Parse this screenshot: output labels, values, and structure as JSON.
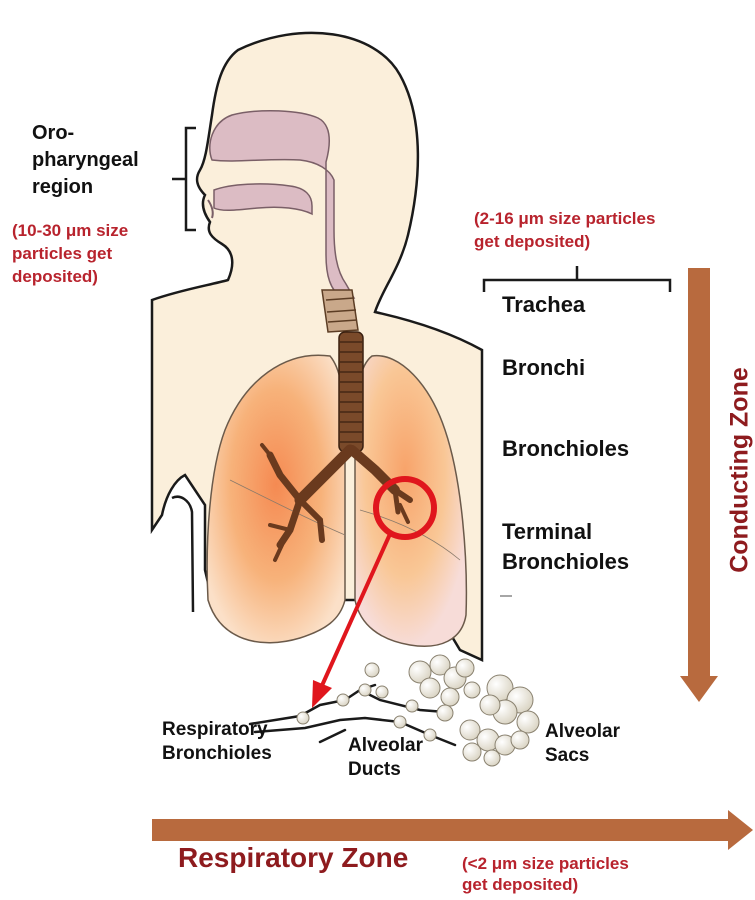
{
  "oropharyngeal": {
    "line1": "Oro-",
    "line2": "pharyngeal",
    "line3": "region",
    "note_line1": "(10-30 μm size",
    "note_line2": "particles get",
    "note_line3": "deposited)"
  },
  "conducting_note": {
    "line1": "(2-16 μm size particles",
    "line2": "get deposited)"
  },
  "airways": {
    "trachea": "Trachea",
    "bronchi": "Bronchi",
    "bronchioles": "Bronchioles",
    "terminal_line1": "Terminal",
    "terminal_line2": "Bronchioles"
  },
  "conducting_zone": "Conducting Zone",
  "alveolar": {
    "resp_bronchioles_line1": "Respiratory",
    "resp_bronchioles_line2": "Bronchioles",
    "ducts_line1": "Alveolar",
    "ducts_line2": "Ducts",
    "sacs_line1": "Alveolar",
    "sacs_line2": "Sacs"
  },
  "respiratory_zone": {
    "title": "Respiratory Zone",
    "note_line1": "(<2 μm size particles",
    "note_line2": "get deposited)"
  },
  "colors": {
    "skin": "#fbefdb",
    "outline": "#1a1a1a",
    "airway_pink": "#dcbcc4",
    "trachea_brown": "#7a4a2a",
    "lung_orange": "#f3a36a",
    "arrow_brown": "#b86a3e",
    "highlight_red": "#e0161d",
    "label_red": "#b8232d",
    "zone_dark_red": "#8e1b1e"
  }
}
